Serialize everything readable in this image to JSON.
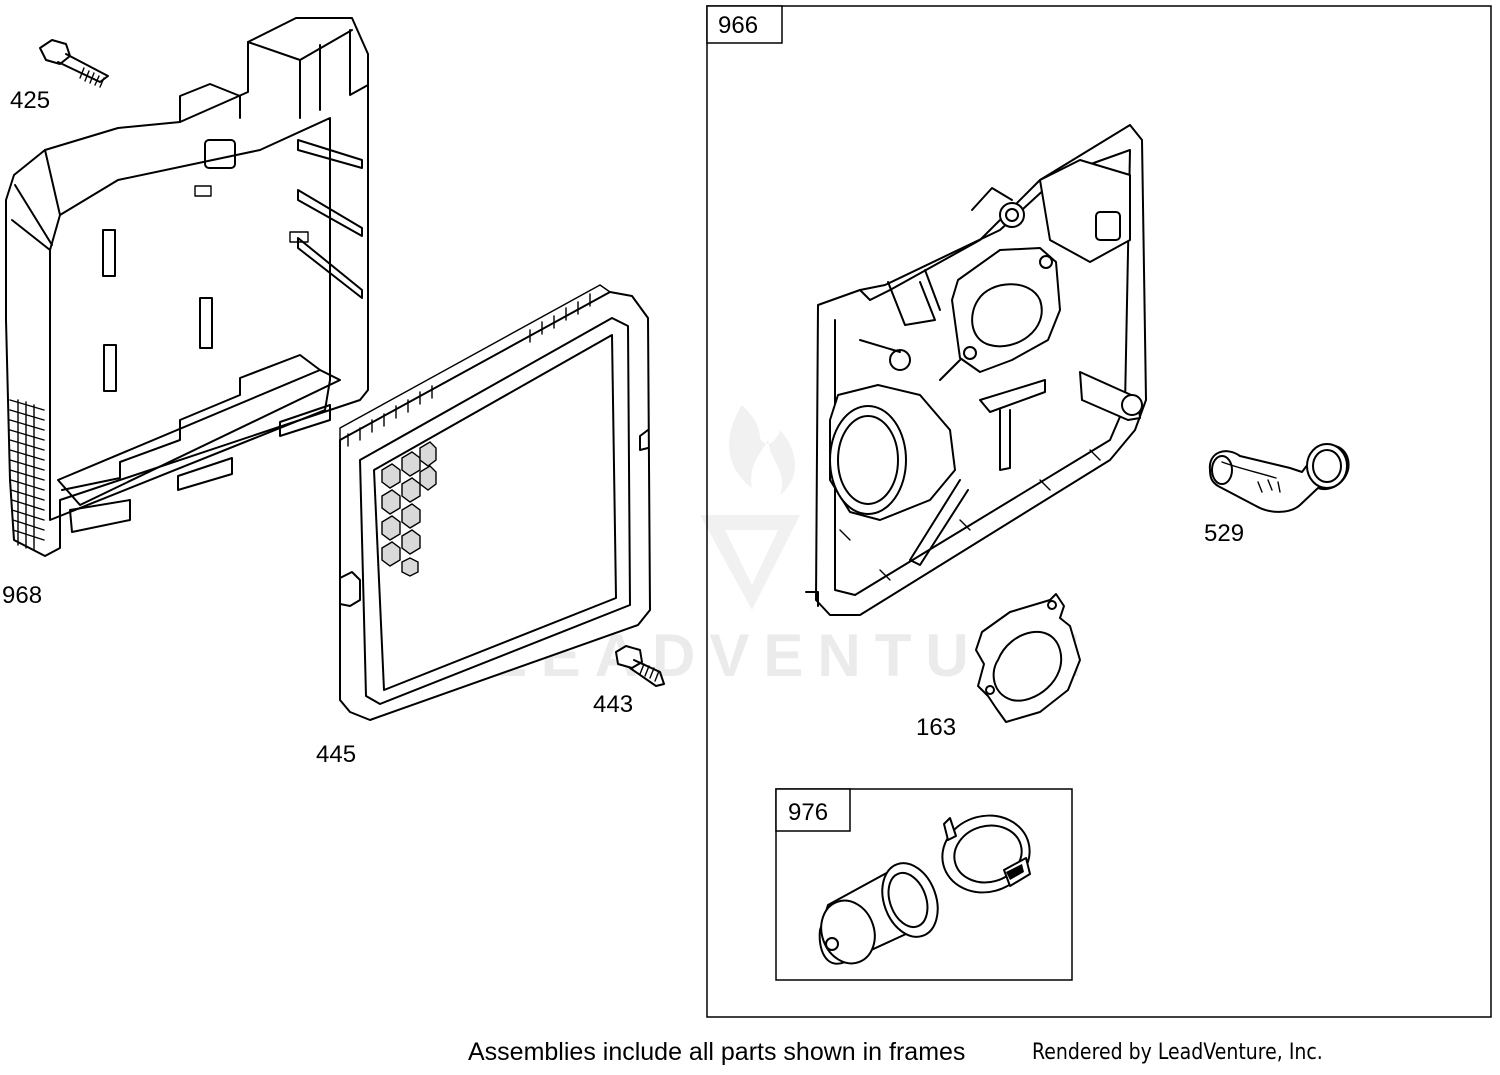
{
  "parts": {
    "p425": "425",
    "p968": "968",
    "p445": "445",
    "p443": "443",
    "p966": "966",
    "p529": "529",
    "p163": "163",
    "p976": "976"
  },
  "watermark": {
    "text": "LEADVENTURE"
  },
  "footer": {
    "note": "Assemblies include all parts shown in frames",
    "credit": "Rendered by LeadVenture, Inc."
  },
  "colors": {
    "line": "#000000",
    "background": "#ffffff",
    "watermark": "#ebebeb"
  }
}
